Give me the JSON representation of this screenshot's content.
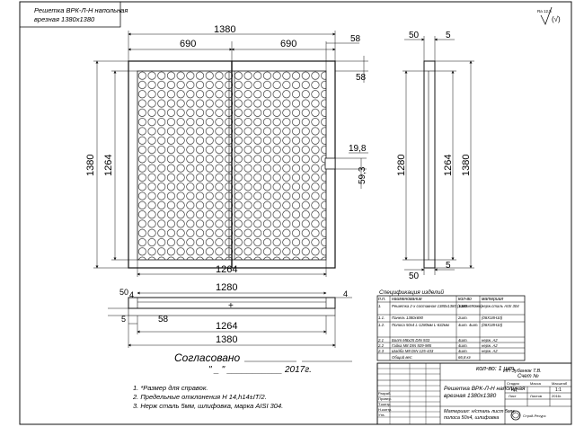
{
  "title_block_top": {
    "line1": "Решетка ВРК-Л-Н напольная",
    "line2": "врезная 1380x1380"
  },
  "roughness": {
    "label": "Ra 12,5",
    "symbol": "(√)"
  },
  "front_view": {
    "dim_overall_w": "1380",
    "dim_half_left": "690",
    "dim_half_right": "690",
    "dim_edge_top": "58",
    "dim_edge_right": "58",
    "dim_overall_h": "1380",
    "dim_inner_h": "1264",
    "dim_slot_w": "19,8",
    "dim_slot_h": "59,3",
    "dim_inner_w": "1264"
  },
  "side_view": {
    "dim_top_a": "50",
    "dim_top_b": "5",
    "dim_left_h": "1280",
    "dim_right_inner": "1264",
    "dim_right_outer": "1380",
    "dim_bot_a": "50",
    "dim_bot_b": "5"
  },
  "bottom_view": {
    "dim_50": "50",
    "dim_4a": "4",
    "dim_1280": "1280",
    "dim_4b": "4",
    "dim_5": "5",
    "dim_58": "58",
    "dim_1264": "1264",
    "dim_1380": "1380"
  },
  "approval": {
    "agreed": "Согласовано",
    "date_line": "\" _ \" ___________ 2017г."
  },
  "notes": [
    "1. *Размер для справок.",
    "2. Предельные отклонения H 14,h14±IT/2.",
    "3. Нерж сталь 5мм, шлифовка, марка AISI 304."
  ],
  "spec": {
    "caption": "Спецификация изделий",
    "headers": [
      "п.п.",
      "наименование",
      "кол-во",
      "материал"
    ],
    "rows": [
      [
        "1.",
        "Решетка 2-х составная 1380x1380 (1380x690мм)",
        "1шт.",
        "нерж.сталь AISI 304"
      ],
      [
        "1.1.",
        "Панель 1380x690",
        "2шт.",
        "(08X18H10)"
      ],
      [
        "1.2.",
        "Полоса 50x4  L-1280мм  L-632мм",
        "4шт.  4шт.",
        "(08X18H10)"
      ],
      [
        "2.1",
        "Болт М8x25  DIN 933",
        "4шт.",
        "нерж. А2"
      ],
      [
        "2.2",
        "Гайка М8   DIN 929-985",
        "4шт.",
        "нерж. А2"
      ],
      [
        "2.3",
        "Шайба М8   DIN 125-433",
        "4шт.",
        "нерж. А2"
      ],
      [
        "",
        "Общий вес:",
        "66,8 кг",
        ""
      ]
    ]
  },
  "qty_line": "кол-во: 1 шт.",
  "stamp": {
    "company": "ИП Зубанюк Т.В.",
    "order": "Счет №",
    "product_line1": "Решетка ВРК-Л-Н напольная",
    "product_line2": "врезная 1380x1380",
    "material_line1": "Материал: н/сталь лист 5мм,",
    "material_line2": "полоса 50x4, шлифовка",
    "roles": [
      "Разраб.",
      "Провер.",
      "Т.контр.",
      "Н.контр.",
      "Утв."
    ],
    "stage_hdr": [
      "Стадия",
      "Масса",
      "Масштаб"
    ],
    "stage_vals": [
      "КД",
      "",
      "1:1"
    ],
    "sheet_hdr": [
      "Лист",
      "Листов",
      "2016г."
    ],
    "logo_text": "Строй-Ресурс"
  }
}
